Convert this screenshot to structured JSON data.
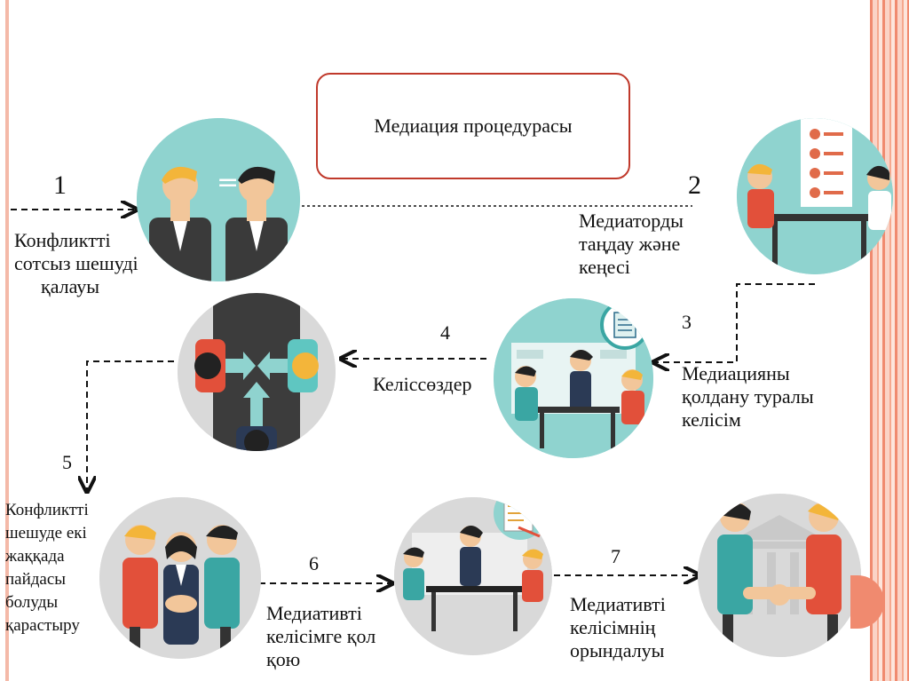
{
  "title": "Медиация процедурасы",
  "steps": [
    {
      "number": "1",
      "label": "Конфликтті сотсыз шешуді қалауы"
    },
    {
      "number": "2",
      "label": "Медиаторды таңдау және кеңесі"
    },
    {
      "number": "3",
      "label": "Медиацияны қолдану туралы келісім"
    },
    {
      "number": "4",
      "label": "Келіссөздер"
    },
    {
      "number": "5",
      "label": "Конфликтті шешуде екі жаққада пайдасы болуды қарастыру"
    },
    {
      "number": "6",
      "label": "Медиативті келісімге қол қою"
    },
    {
      "number": "7",
      "label": "Медиативті келісімнің орындалуы"
    }
  ],
  "label_lines": {
    "s1": [
      "Конфликтті",
      "сотсыз шешуді",
      "қалауы"
    ],
    "s2": [
      "Медиаторды",
      "таңдау және",
      "кеңесі"
    ],
    "s3": [
      "Медиацияны",
      "қолдану туралы",
      "келісім"
    ],
    "s5": [
      "Конфликтті",
      "шешуде екі",
      "жаққада",
      "пайдасы",
      "болуды",
      "қарастыру"
    ],
    "s6": [
      "Медиативті",
      "келісімге қол",
      "қою"
    ],
    "s7": [
      "Медиативті",
      "келісімнің",
      "орындалуы"
    ]
  },
  "icons": {
    "compare": "two-people-equal-icon",
    "meeting": "mediator-meeting-icon",
    "negotiation": "negotiation-table-icon",
    "conflict": "conflict-arrows-icon",
    "agreement": "team-handshake-icon",
    "signing": "agreement-signing-icon",
    "execution": "handshake-court-icon"
  },
  "colors": {
    "teal_bg": "#8fd3cf",
    "gray_bg": "#d9d9d9",
    "frame": "#c0392b",
    "accent_stripes": "#f08a6f"
  }
}
